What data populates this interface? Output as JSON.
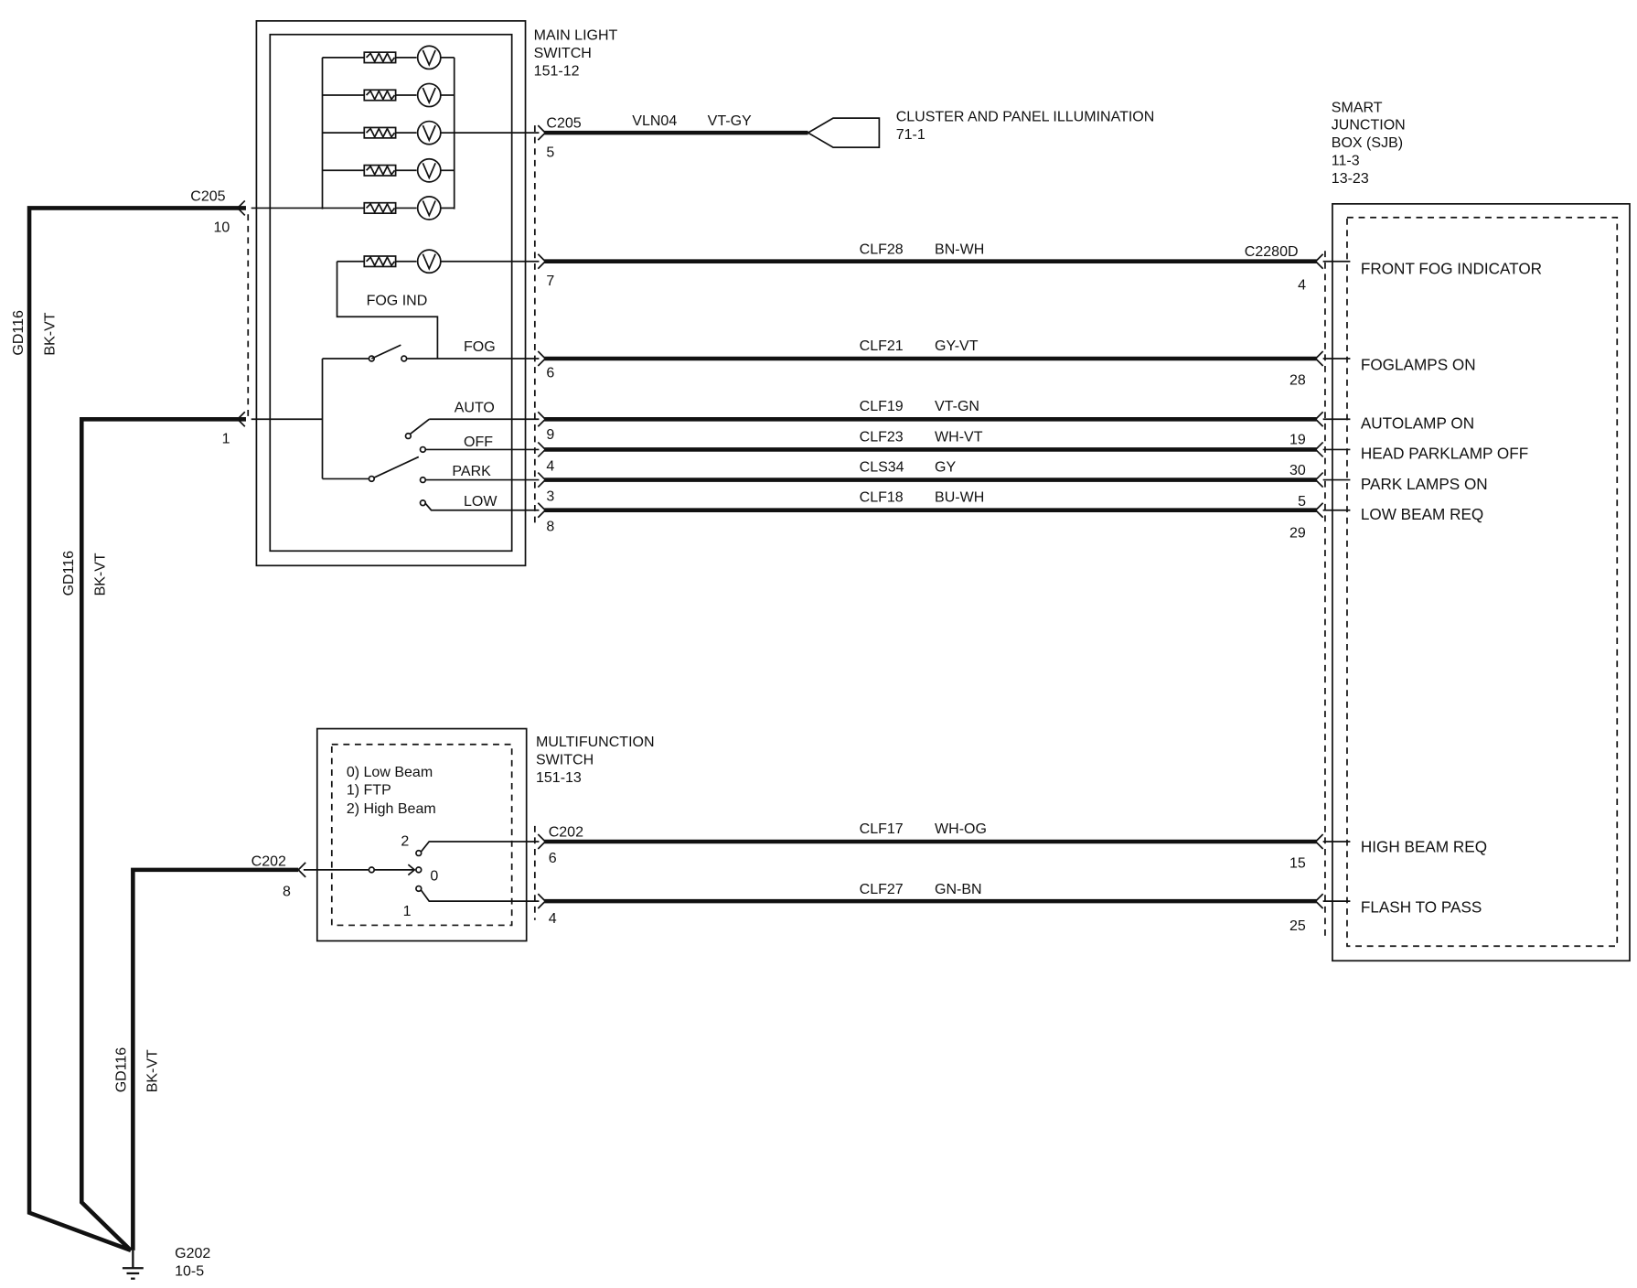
{
  "main_light_switch": {
    "title_line1": "MAIN LIGHT",
    "title_line2": "SWITCH",
    "ref": "151-12",
    "fog_ind_label": "FOG IND",
    "fog_label": "FOG",
    "positions": [
      "AUTO",
      "OFF",
      "PARK",
      "LOW"
    ]
  },
  "multifunction_switch": {
    "title_line1": "MULTIFUNCTION",
    "title_line2": "SWITCH",
    "ref": "151-13",
    "legend": [
      "0) Low Beam",
      "1) FTP",
      "2) High Beam"
    ],
    "pos_2": "2",
    "pos_0": "0",
    "pos_1": "1"
  },
  "sjb": {
    "line1": "SMART",
    "line2": "JUNCTION",
    "line3": "BOX (SJB)",
    "ref1": "11-3",
    "ref2": "13-23",
    "signals": [
      "FRONT FOG INDICATOR",
      "FOGLAMPS ON",
      "AUTOLAMP ON",
      "HEAD PARKLAMP OFF",
      "PARK LAMPS ON",
      "LOW BEAM REQ",
      "HIGH BEAM REQ",
      "FLASH TO PASS"
    ]
  },
  "cluster": {
    "title": "CLUSTER AND PANEL ILLUMINATION",
    "ref": "71-1",
    "circuit": "VLN04",
    "color": "VT-GY",
    "connector": "C205",
    "pin": "5"
  },
  "connectors": {
    "c205": "C205",
    "c202": "C202",
    "c2280d": "C2280D"
  },
  "ground_pins": {
    "c205_pin": "10",
    "mls_pin": "1",
    "c202_pin": "8"
  },
  "circuits": [
    {
      "circuit": "CLF28",
      "color": "BN-WH",
      "left_pin": "7",
      "right_pin": "4"
    },
    {
      "circuit": "CLF21",
      "color": "GY-VT",
      "left_pin": "6",
      "right_pin": "28"
    },
    {
      "circuit": "CLF19",
      "color": "VT-GN",
      "left_pin": "9",
      "right_pin": "19"
    },
    {
      "circuit": "CLF23",
      "color": "WH-VT",
      "left_pin": "4",
      "right_pin": "30"
    },
    {
      "circuit": "CLS34",
      "color": "GY",
      "left_pin": "3",
      "right_pin": "5"
    },
    {
      "circuit": "CLF18",
      "color": "BU-WH",
      "left_pin": "8",
      "right_pin": "29"
    },
    {
      "circuit": "CLF17",
      "color": "WH-OG",
      "left_pin": "6",
      "right_pin": "15"
    },
    {
      "circuit": "CLF27",
      "color": "GN-BN",
      "left_pin": "4",
      "right_pin": "25"
    }
  ],
  "ground_wires": [
    {
      "circuit": "GD116",
      "color": "BK-VT"
    },
    {
      "circuit": "GD116",
      "color": "BK-VT"
    },
    {
      "circuit": "GD116",
      "color": "BK-VT"
    }
  ],
  "ground": {
    "name": "G202",
    "ref": "10-5"
  }
}
